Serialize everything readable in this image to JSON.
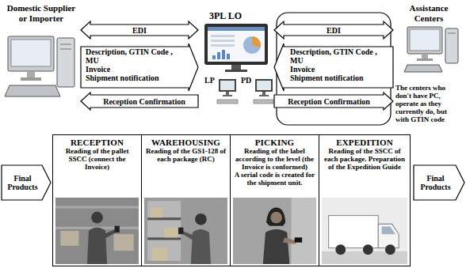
{
  "diagram": {
    "nodes": [
      {
        "text": [
          "Domestic Supplier or Importer"
        ]
      },
      {
        "text": [
          "3PL LO"
        ]
      },
      {
        "text": [
          "LP"
        ],
        "in": 1
      },
      {
        "text": [
          "PD"
        ],
        "in": 1
      },
      {
        "text": [
          "Assistance Centers",
          "The centers who don't have PC, operate as they currently do, but with GTIN code"
        ]
      },
      {
        "text": [
          "Final Products"
        ]
      },
      {
        "text": [
          "RECEPTION",
          "Reading of the pallet SSCC (connect the Invoice)"
        ]
      },
      {
        "text": [
          "WAREHOUSING",
          "Reading of the GS1-128 of each package (RC)"
        ]
      },
      {
        "text": [
          "PICKING",
          "Reading of the label according to the level (the Invoice is conformed)",
          "A serial code is created for the shipment unit."
        ]
      },
      {
        "text": [
          "EXPEDITION",
          "Reading of the SSCC of each package. Preparation of the Expedition Guide"
        ]
      },
      {
        "text": [
          "Final Products"
        ]
      }
    ],
    "edges": [
      {
        "from": 0,
        "to": 1,
        "label": "EDI",
        "arrow": "both"
      },
      {
        "from": 0,
        "to": 1,
        "arrow": "to"
      },
      {
        "from": 1,
        "to": 0,
        "label": "Reception Confirmation",
        "arrow": "to"
      },
      {
        "from": 4,
        "to": 1,
        "label": "EDI",
        "arrow": "both"
      },
      {
        "from": 4,
        "to": 1,
        "arrow": "to"
      },
      {
        "from": 1,
        "to": 4,
        "label": "Reception Confirmation",
        "arrow": "to"
      }
    ],
    "labels": [
      "Description, GTIN Code , MU",
      "Invoice",
      "Shipment notification",
      "Description, GTIN Code , MU",
      "Invoice",
      "Shipment notification"
    ]
  }
}
